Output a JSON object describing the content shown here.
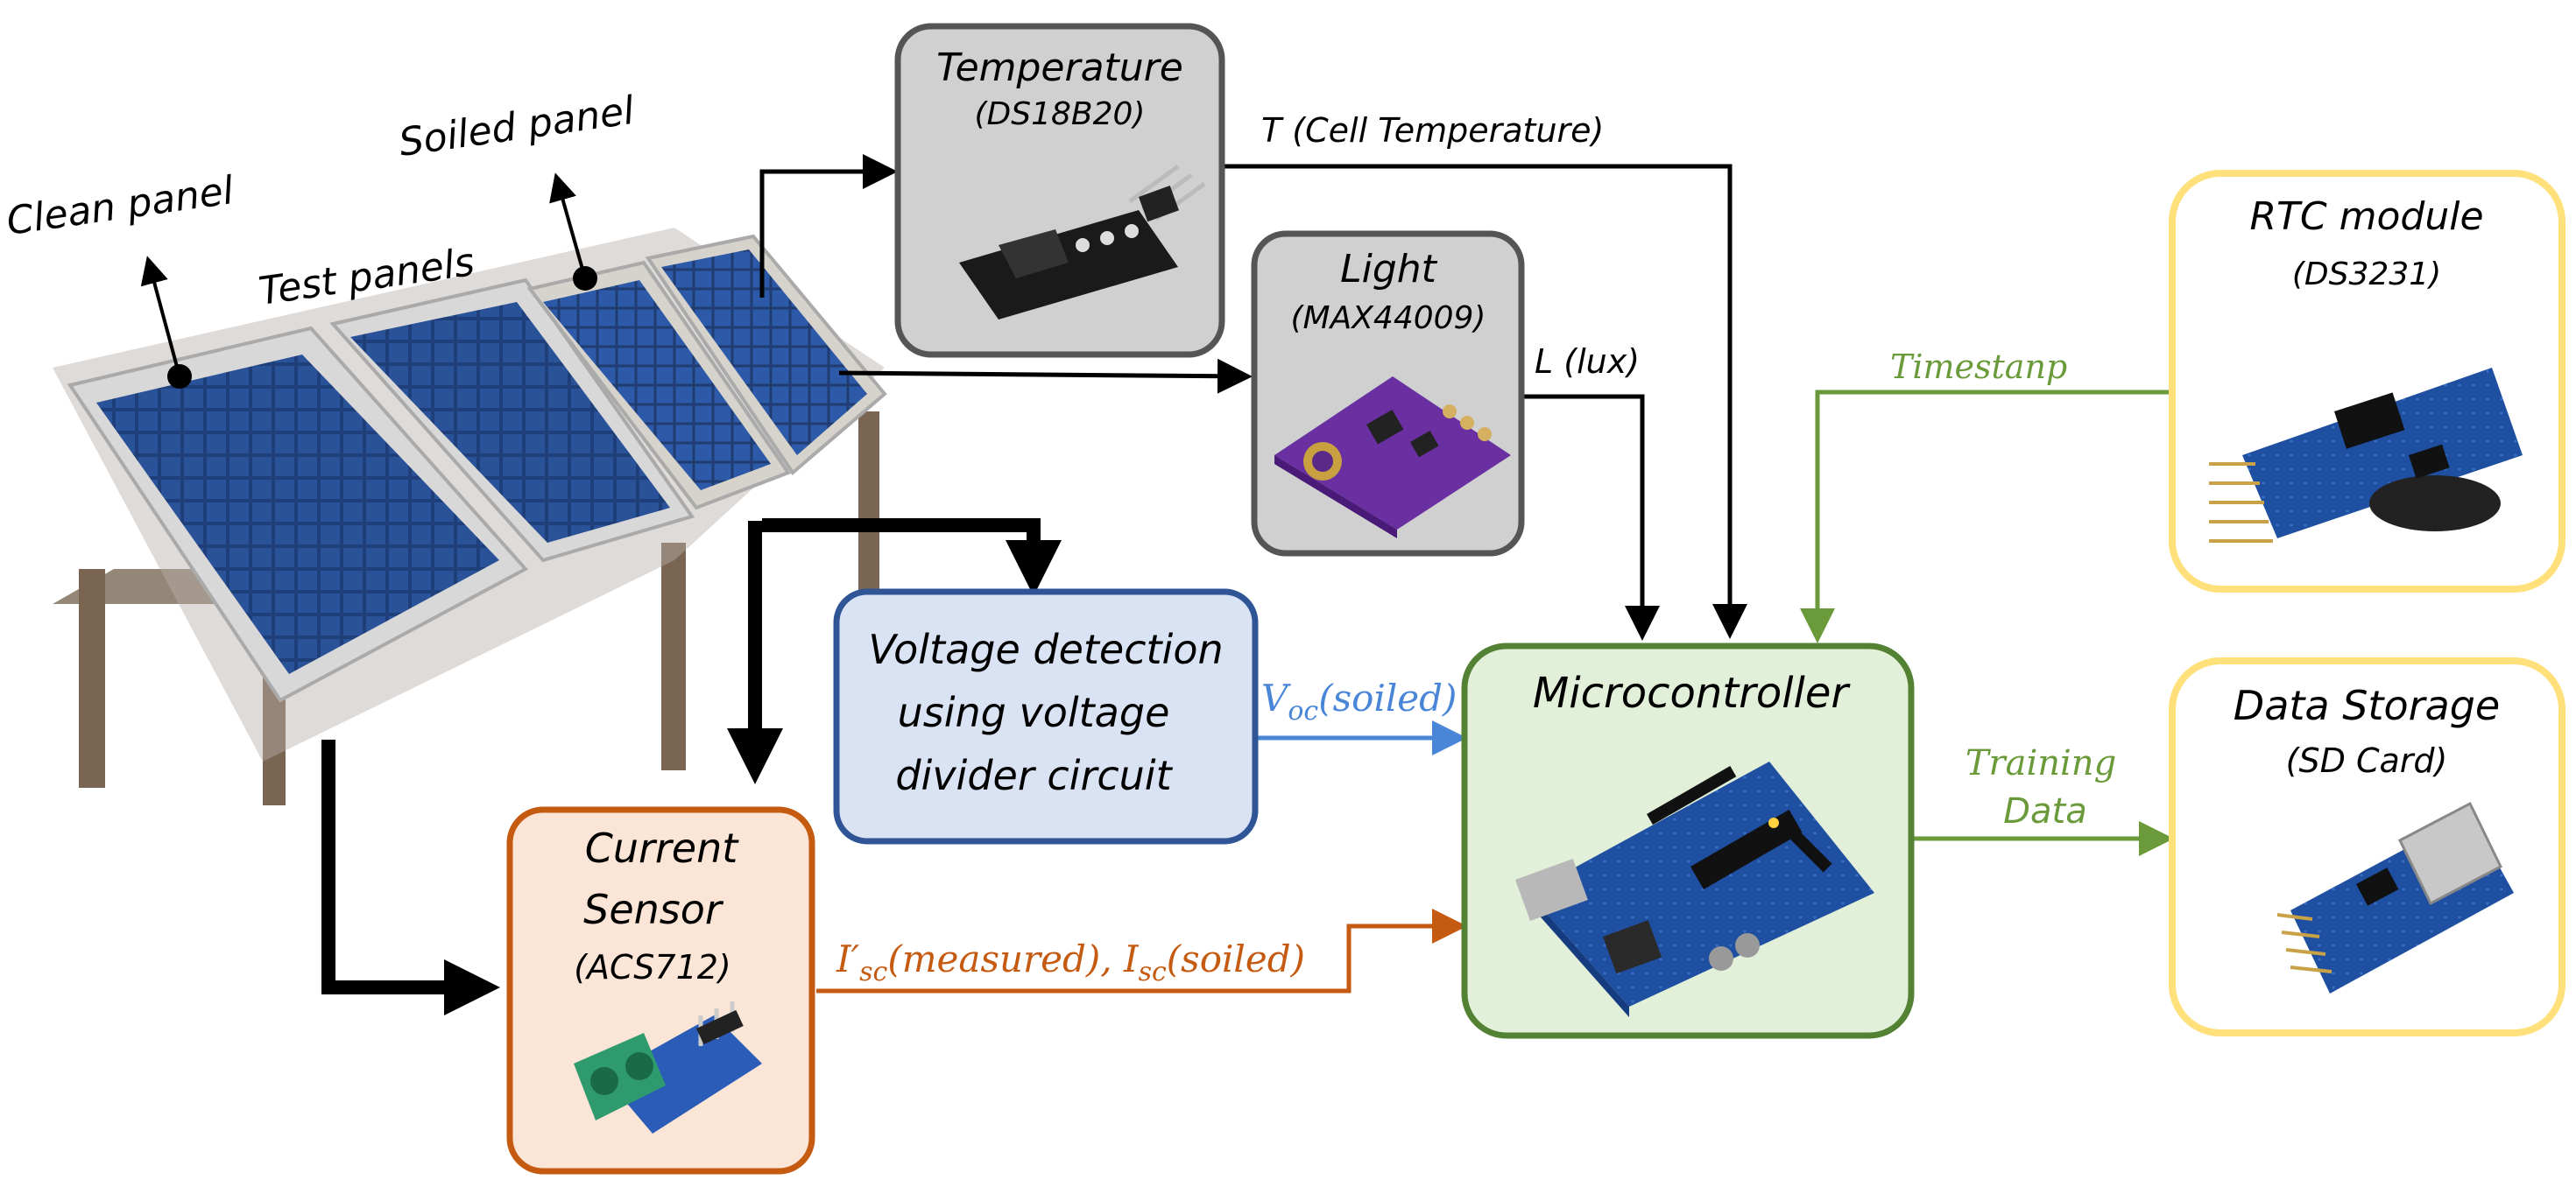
{
  "panels": {
    "clean_label": "Clean panel",
    "soiled_label": "Soiled panel",
    "test_label": "Test panels"
  },
  "temperature": {
    "title": "Temperature",
    "model": "(DS18B20)",
    "signal": "T (Cell Temperature)"
  },
  "light": {
    "title": "Light",
    "model": "(MAX44009)",
    "signal": "L (lux)"
  },
  "rtc": {
    "title": "RTC module",
    "model": "(DS3231)",
    "signal": "Timestanp"
  },
  "voltage": {
    "line1": "Voltage detection",
    "line2": "using voltage",
    "line3": "divider circuit",
    "signal_main": "V",
    "signal_sub": "oc",
    "signal_rest": "(soiled)"
  },
  "current": {
    "line1": "Current",
    "line2": "Sensor",
    "model": "(ACS712)",
    "signal_a_main": "I′",
    "signal_a_sub": "sc",
    "signal_a_rest": "(measured), ",
    "signal_b_main": "I",
    "signal_b_sub": "sc",
    "signal_b_rest": "(soiled)"
  },
  "micro": {
    "title": "Microcontroller"
  },
  "storage": {
    "title": "Data Storage",
    "model": "(SD Card)",
    "signal_line1": "Training",
    "signal_line2": "Data"
  },
  "colors": {
    "gray_border": "#555555",
    "gray_fill": "#d0d0d0",
    "yellow_border": "#ffe07a",
    "blue_border": "#2f5597",
    "blue_fill": "#dae3f3",
    "blue_signal": "#4a86d8",
    "orange_border": "#c55a11",
    "orange_fill": "#fbe5d6",
    "green_border": "#548235",
    "green_fill": "#e2f0d9",
    "green_signal": "#6a9a3a"
  }
}
